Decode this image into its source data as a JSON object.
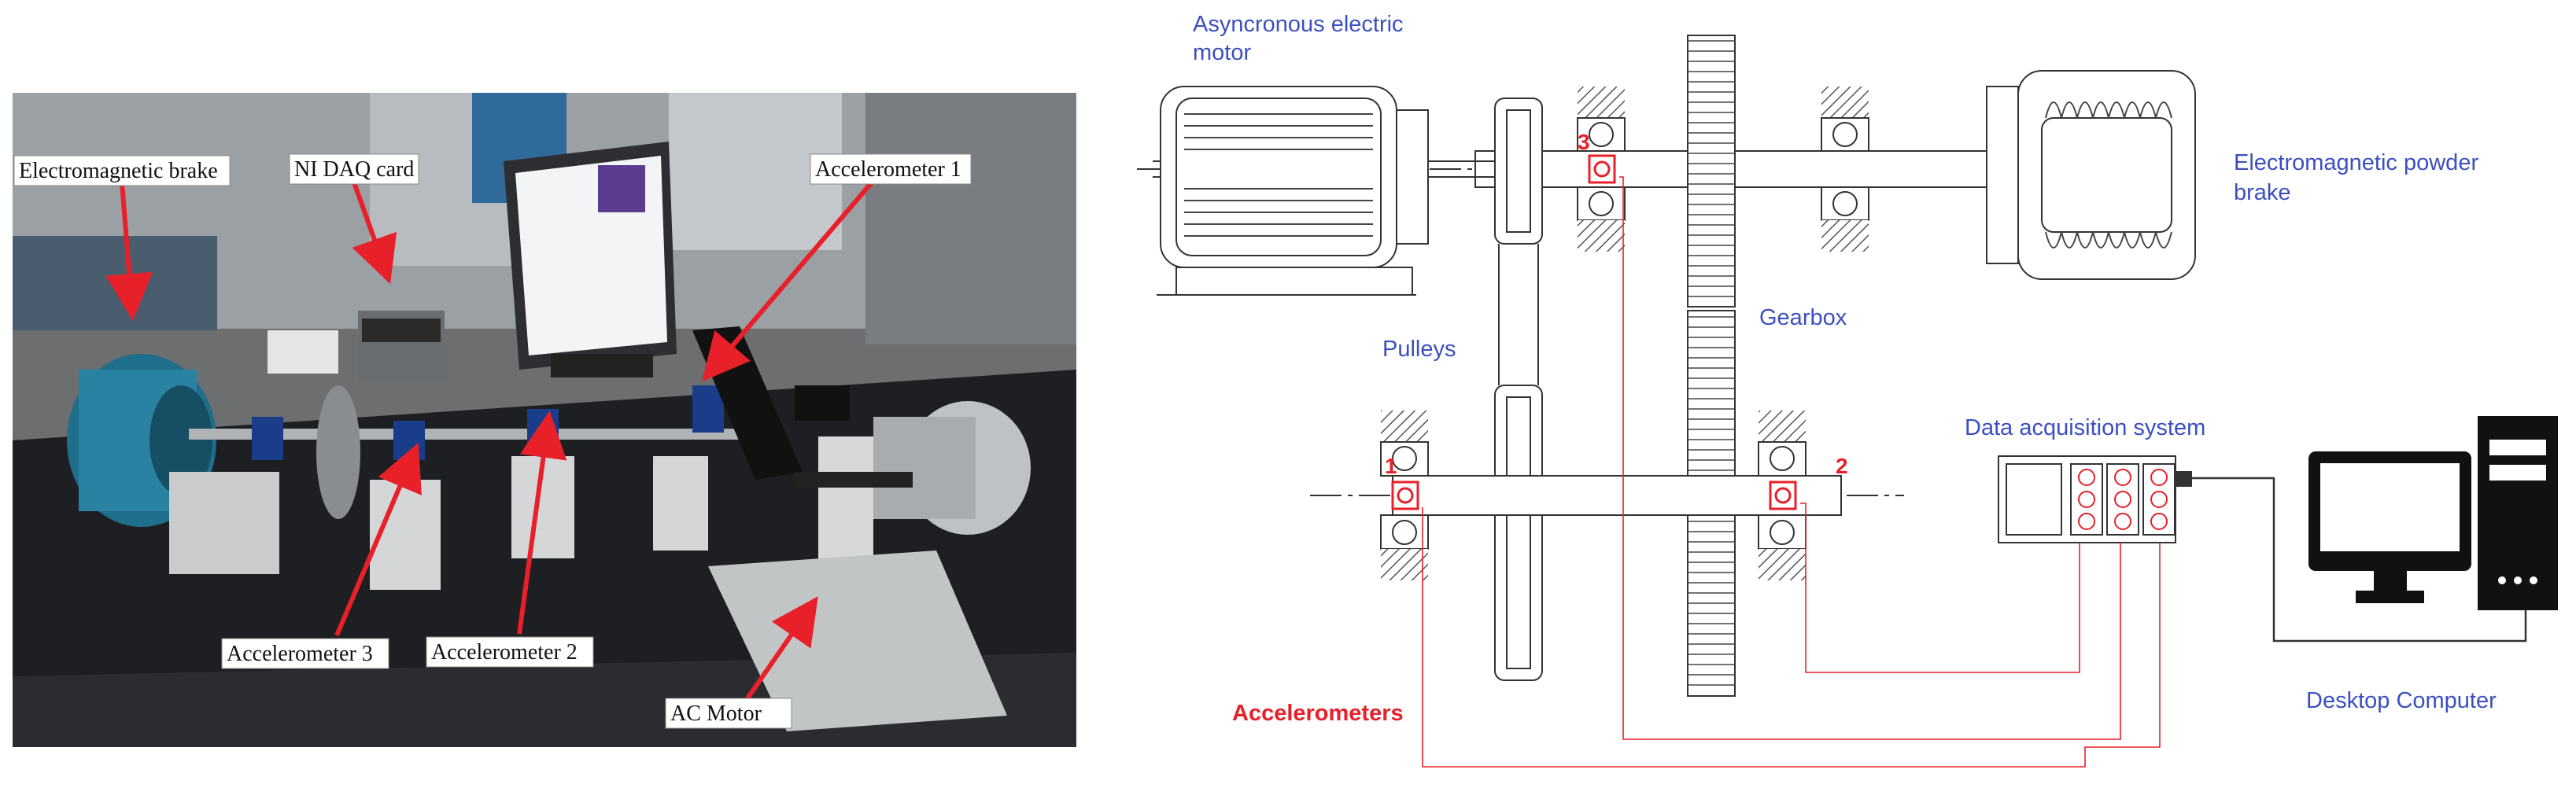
{
  "photo": {
    "labels": {
      "electromagnetic_brake": "Electromagnetic brake",
      "ni_daq_card": "NI DAQ card",
      "accelerometer_1": "Accelerometer 1",
      "accelerometer_2": "Accelerometer 2",
      "accelerometer_3": "Accelerometer 3",
      "ac_motor": "AC Motor"
    },
    "annotation_color": "#e8202a"
  },
  "schematic": {
    "labels": {
      "motor_line1": "Asyncronous electric",
      "motor_line2": "motor",
      "brake_line1": "Electromagnetic powder",
      "brake_line2": "brake",
      "gearbox": "Gearbox",
      "pulleys": "Pulleys",
      "daq": "Data acquisition system",
      "computer": "Desktop Computer",
      "accelerometers": "Accelerometers"
    },
    "sensor_numbers": [
      "1",
      "2",
      "3"
    ],
    "colors": {
      "label_blue": "#3b4fc0",
      "sensor_red": "#e8202a",
      "line": "#333333"
    }
  }
}
